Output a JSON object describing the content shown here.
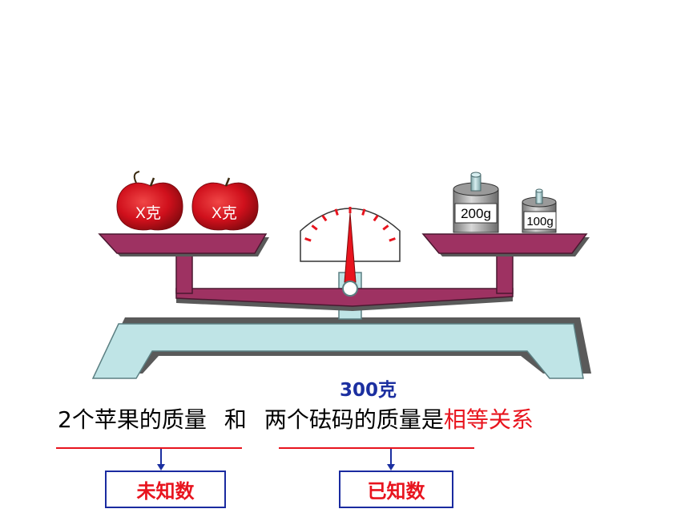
{
  "apples": [
    {
      "label": "X克"
    },
    {
      "label": "X克"
    }
  ],
  "weights": [
    {
      "label": "200g"
    },
    {
      "label": "100g"
    }
  ],
  "total_label": "300克",
  "sentence": {
    "left_part": "2个苹果的质量",
    "conjunction": "和",
    "right_part": "两个砝码的质量是",
    "highlight": "相等关系"
  },
  "boxes": {
    "unknown": "未知数",
    "known": "已知数"
  },
  "colors": {
    "pan": "#9e3262",
    "base": "#bfe4e6",
    "shadow": "#5a5a5a",
    "underline": "#e8141e",
    "arrow": "#1b2fa0",
    "highlight": "#e8141e"
  }
}
